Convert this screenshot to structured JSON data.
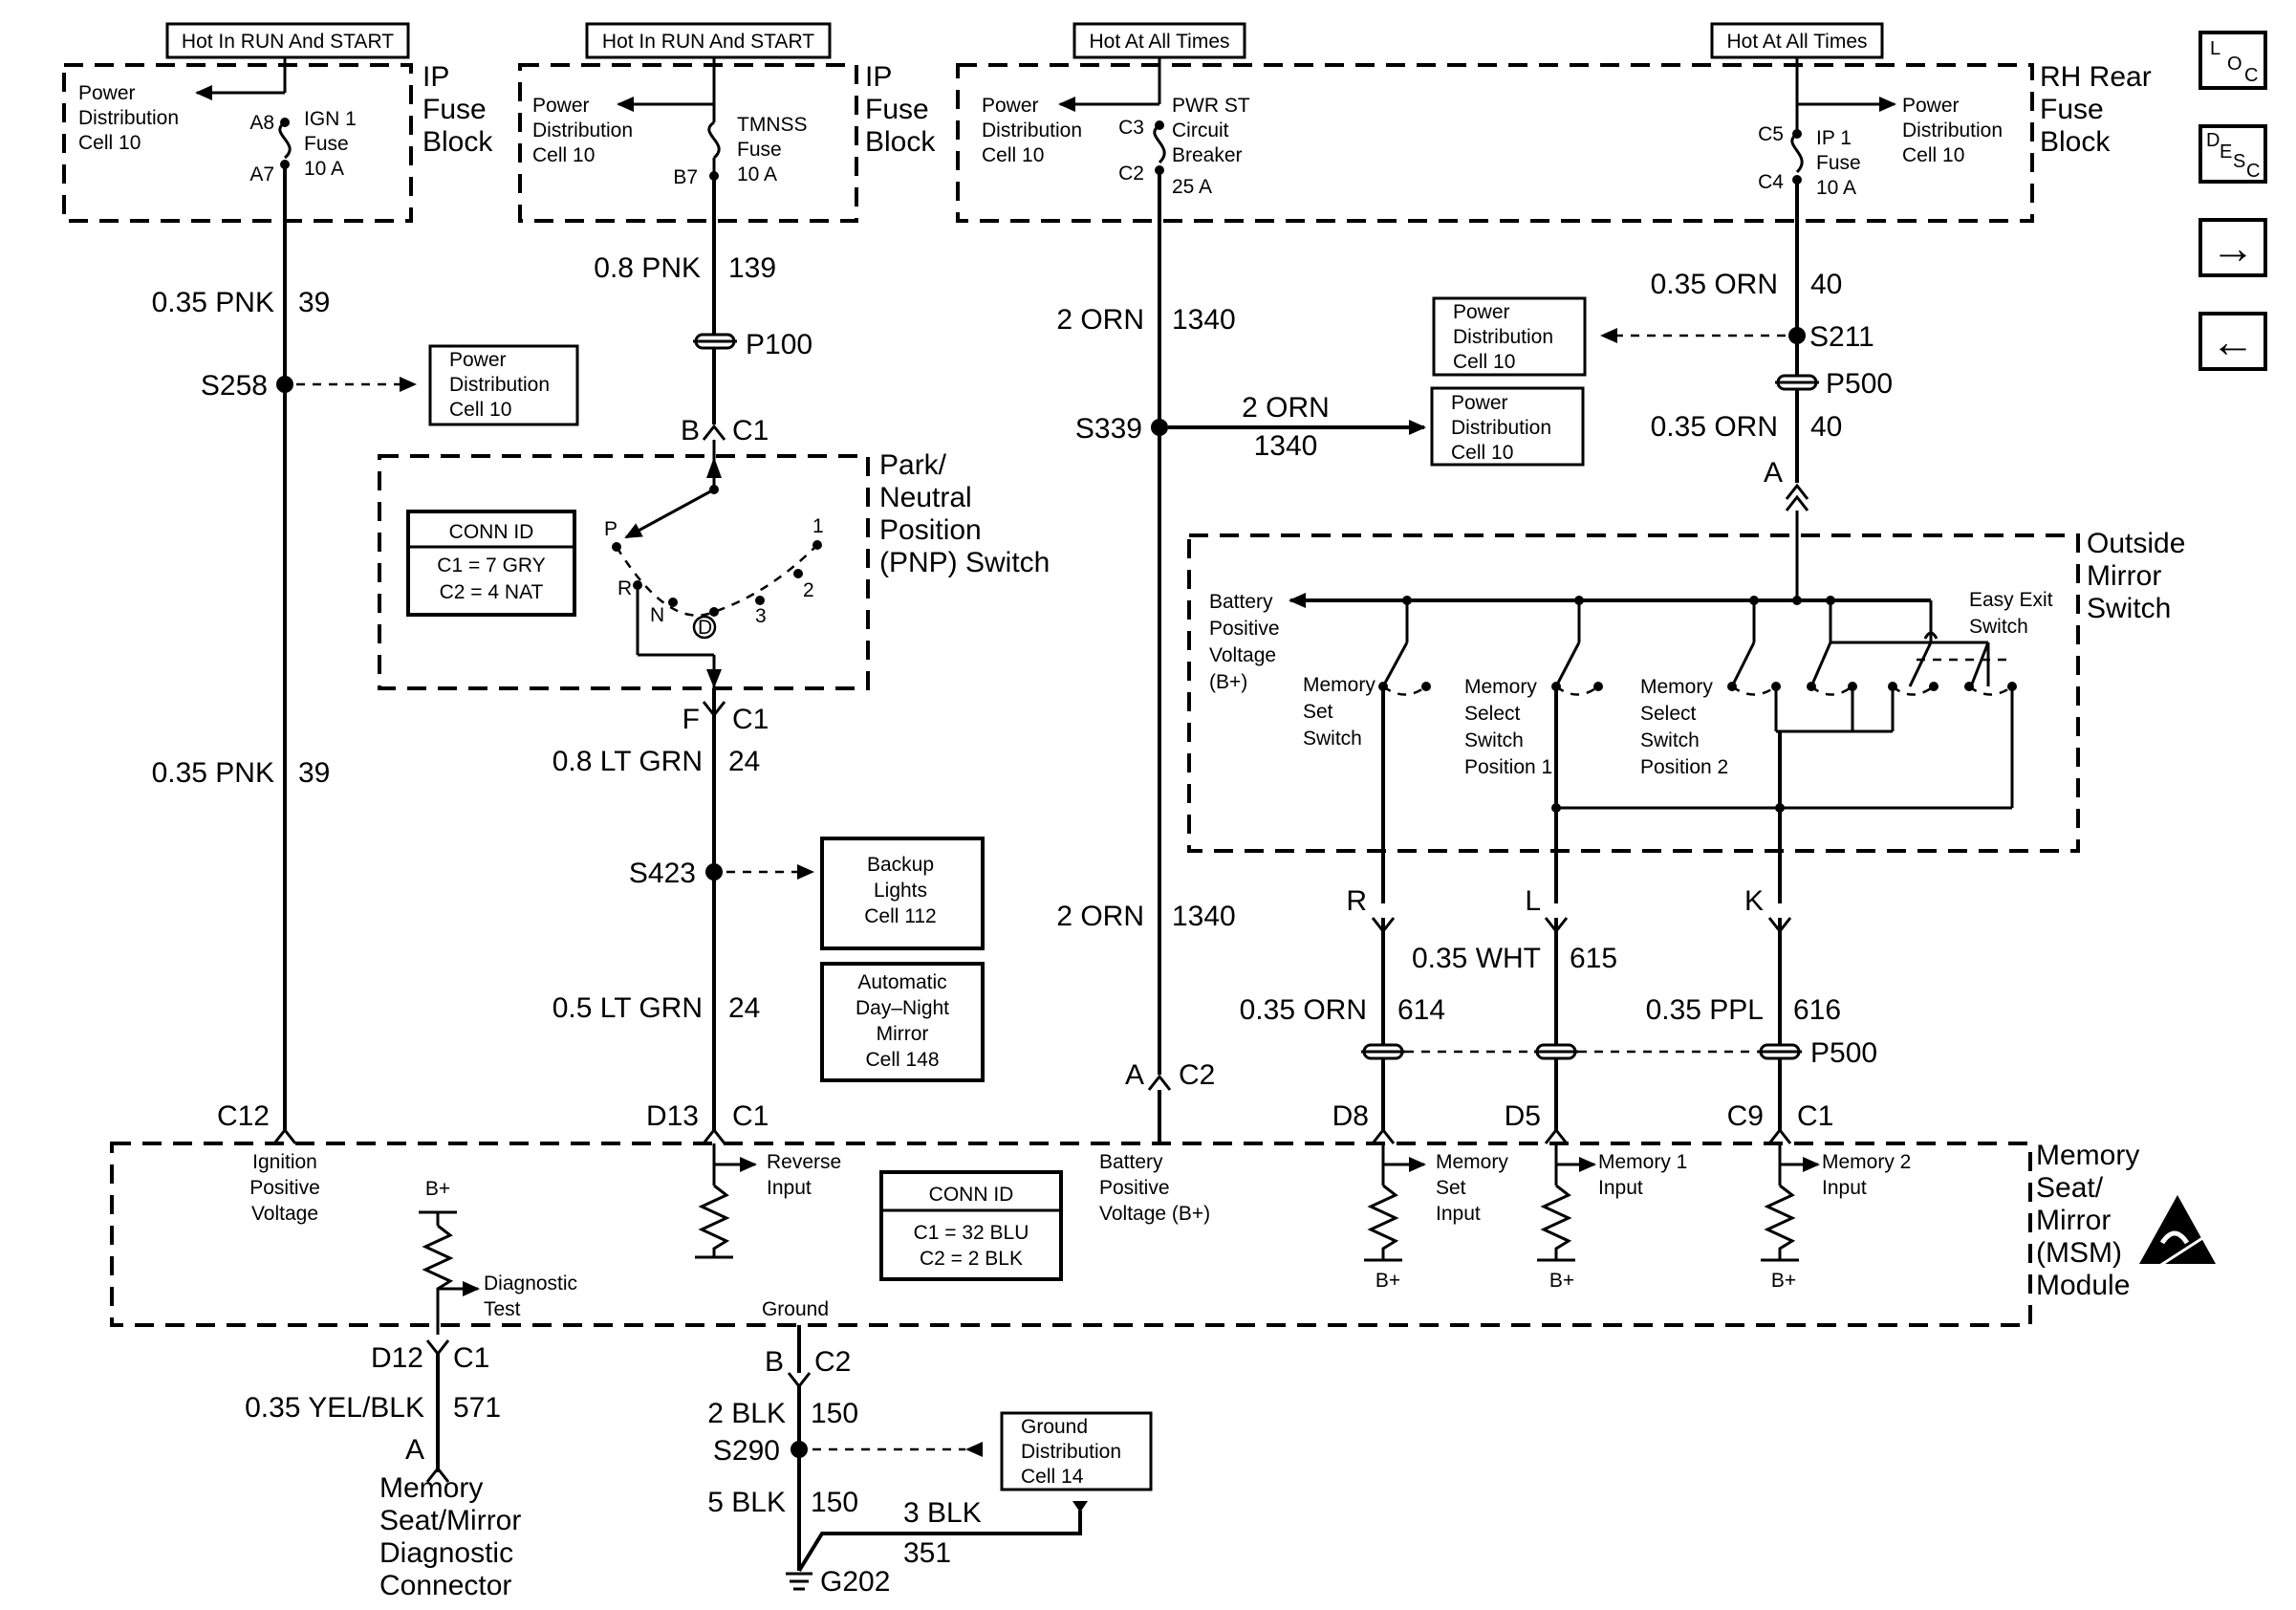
{
  "headers": {
    "h1": "Hot In RUN And START",
    "h2": "Hot In RUN And START",
    "h3": "Hot At All Times",
    "h4": "Hot At All Times"
  },
  "blocks": {
    "ip1": [
      "IP",
      "Fuse",
      "Block"
    ],
    "ip2": [
      "IP",
      "Fuse",
      "Block"
    ],
    "rh": [
      "RH Rear",
      "Fuse",
      "Block"
    ],
    "pnp": [
      "Park/",
      "Neutral",
      "Position",
      "(PNP) Switch"
    ],
    "mirror": [
      "Outside",
      "Mirror",
      "Switch"
    ],
    "msm": [
      "Memory",
      "Seat/",
      "Mirror",
      "(MSM)",
      "Module"
    ]
  },
  "pdc": [
    "Power",
    "Distribution",
    "Cell 10"
  ],
  "fuses": {
    "ign": [
      "IGN 1",
      "Fuse",
      "10 A"
    ],
    "tmnss": [
      "TMNSS",
      "Fuse",
      "10 A"
    ],
    "pwrst": [
      "PWR ST",
      "Circuit",
      "Breaker",
      "25 A"
    ],
    "ip1": [
      "IP 1",
      "Fuse",
      "10 A"
    ]
  },
  "pins": {
    "A8": "A8",
    "A7": "A7",
    "B7": "B7",
    "C3": "C3",
    "C2": "C2",
    "C5": "C5",
    "C4": "C4"
  },
  "wires": {
    "w39a": "0.35 PNK",
    "n39a": "39",
    "w39b": "0.35 PNK",
    "n39b": "39",
    "w139": "0.8 PNK",
    "n139": "139",
    "w1340a": "2 ORN",
    "n1340a": "1340",
    "w1340s": "2 ORN",
    "n1340s": "1340",
    "w1340b": "2 ORN",
    "n1340b": "1340",
    "w40a": "0.35 ORN",
    "n40a": "40",
    "w40b": "0.35 ORN",
    "n40b": "40",
    "w24a": "0.8 LT GRN",
    "n24a": "24",
    "w24b": "0.5 LT GRN",
    "n24b": "24",
    "w614": "0.35 ORN",
    "n614": "614",
    "w615": "0.35 WHT",
    "n615": "615",
    "w616": "0.35 PPL",
    "n616": "616",
    "w571": "0.35 YEL/BLK",
    "n571": "571",
    "w150a": "2 BLK",
    "n150a": "150",
    "w150b": "5 BLK",
    "n150b": "150",
    "w351": "3 BLK",
    "n351": "351"
  },
  "splices": {
    "s258": "S258",
    "s339": "S339",
    "s211": "S211",
    "s423": "S423",
    "s290": "S290"
  },
  "connectors": {
    "p100": "P100",
    "p500a": "P500",
    "p500b": "P500",
    "g202": "G202"
  },
  "cells": {
    "backup": [
      "Backup",
      "Lights",
      "Cell 112"
    ],
    "auto": [
      "Automatic",
      "Day–Night",
      "Mirror",
      "Cell 148"
    ],
    "ground": [
      "Ground",
      "Distribution",
      "Cell 14"
    ]
  },
  "pnp": {
    "conn_title": "CONN ID",
    "conn1": "C1 = 7 GRY",
    "conn2": "C2 = 4 NAT",
    "pB": "B",
    "pC1a": "C1",
    "pF": "F",
    "pC1b": "C1",
    "P": "P",
    "R": "R",
    "N": "N",
    "D": "D",
    "g3": "3",
    "g2": "2",
    "g1": "1"
  },
  "mirror": {
    "bpv": [
      "Battery",
      "Positive",
      "Voltage",
      "(B+)"
    ],
    "easy": [
      "Easy Exit",
      "Switch"
    ],
    "set": [
      "Memory",
      "Set",
      "Switch"
    ],
    "pos1": [
      "Memory",
      "Select",
      "Switch",
      "Position 1"
    ],
    "pos2": [
      "Memory",
      "Select",
      "Switch",
      "Position 2"
    ],
    "A": "A",
    "R": "R",
    "L": "L",
    "K": "K"
  },
  "msm": {
    "C12": "C12",
    "D13": "D13",
    "C1a": "C1",
    "A": "A",
    "C2a": "C2",
    "D8": "D8",
    "D5": "D5",
    "C9": "C9",
    "C1b": "C1",
    "ign": [
      "Ignition",
      "Positive",
      "Voltage"
    ],
    "rev": [
      "Reverse",
      "Input"
    ],
    "batt": [
      "Battery",
      "Positive",
      "Voltage (B+)"
    ],
    "mset": [
      "Memory",
      "Set",
      "Input"
    ],
    "m1": [
      "Memory 1",
      "Input"
    ],
    "m2": [
      "Memory 2",
      "Input"
    ],
    "bplus": "B+",
    "diag": [
      "Diagnostic",
      "Test"
    ],
    "gnd": "Ground",
    "conn_title": "CONN ID",
    "conn1": "C1 = 32 BLU",
    "conn2": "C2 = 2 BLK",
    "D12": "D12",
    "C1c": "C1",
    "Aconn": "A",
    "B": "B",
    "C2b": "C2"
  },
  "diagconn": [
    "Memory",
    "Seat/Mirror",
    "Diagnostic",
    "Connector"
  ],
  "nav": {
    "loc": [
      "L",
      "O",
      "C"
    ],
    "desc": [
      "D",
      "E",
      "S",
      "C"
    ],
    "next": "→",
    "prev": "←"
  }
}
